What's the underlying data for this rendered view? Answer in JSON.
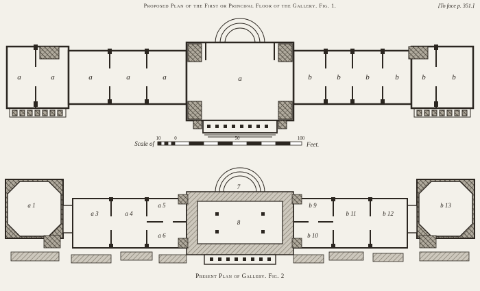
{
  "page": {
    "title": "Proposed Plan of the First or Principal Floor of the Gallery.   Fig. 1.",
    "corner_note": "[To face p. 351.]",
    "caption": "Present Plan of Gallery.   Fig. 2"
  },
  "scale_bar": {
    "prefix": "Scale of",
    "ticks": [
      "10",
      "0",
      "50",
      "100"
    ],
    "unit": "Feet."
  },
  "fig1": {
    "left_rooms": [
      "a",
      "a",
      "a",
      "a",
      "a"
    ],
    "center_room": "a",
    "right_rooms": [
      "b",
      "b",
      "b",
      "b",
      "b",
      "b"
    ]
  },
  "fig2": {
    "apse": "7",
    "center_room": "8",
    "left_pavilion": "a 1",
    "rooms_left": [
      "a 3",
      "a 4",
      "a 5",
      "a 6"
    ],
    "rooms_right": [
      "b 9",
      "b 10",
      "b 11",
      "b 12"
    ],
    "right_pavilion": "b 13"
  },
  "colors": {
    "paper": "#f3f1ea",
    "ink": "#2b2620"
  }
}
